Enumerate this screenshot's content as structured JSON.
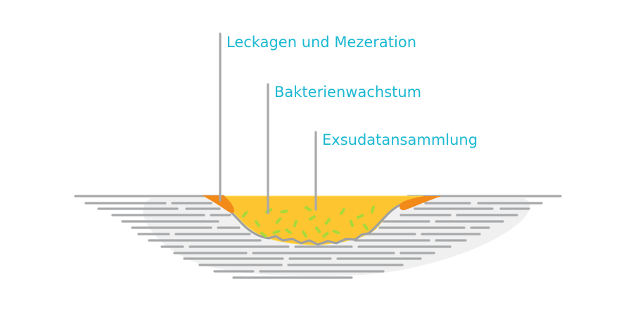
{
  "colors": {
    "background": "#ffffff",
    "label_text": "#1bb8d2",
    "leader_line": "#a7a9ab",
    "tissue_lines": "#a7a9ab",
    "tissue_fill": "#f0f0f1",
    "wound_base_line": "#9ea0a3",
    "exudate": "#fdc52f",
    "exudate_edge": "#ffda4a",
    "maceration": "#f28a1a",
    "bacteria": "#a7d93a"
  },
  "icons": {
    "bacteria": "bacterium-rod",
    "maceration": "macerated-wound-edge"
  },
  "labels": [
    {
      "id": "leakage",
      "text": "Leckagen und Mezeration"
    },
    {
      "id": "bacteria",
      "text": "Bakterienwachstum"
    },
    {
      "id": "exudate",
      "text": "Exsudatansammlung"
    }
  ]
}
